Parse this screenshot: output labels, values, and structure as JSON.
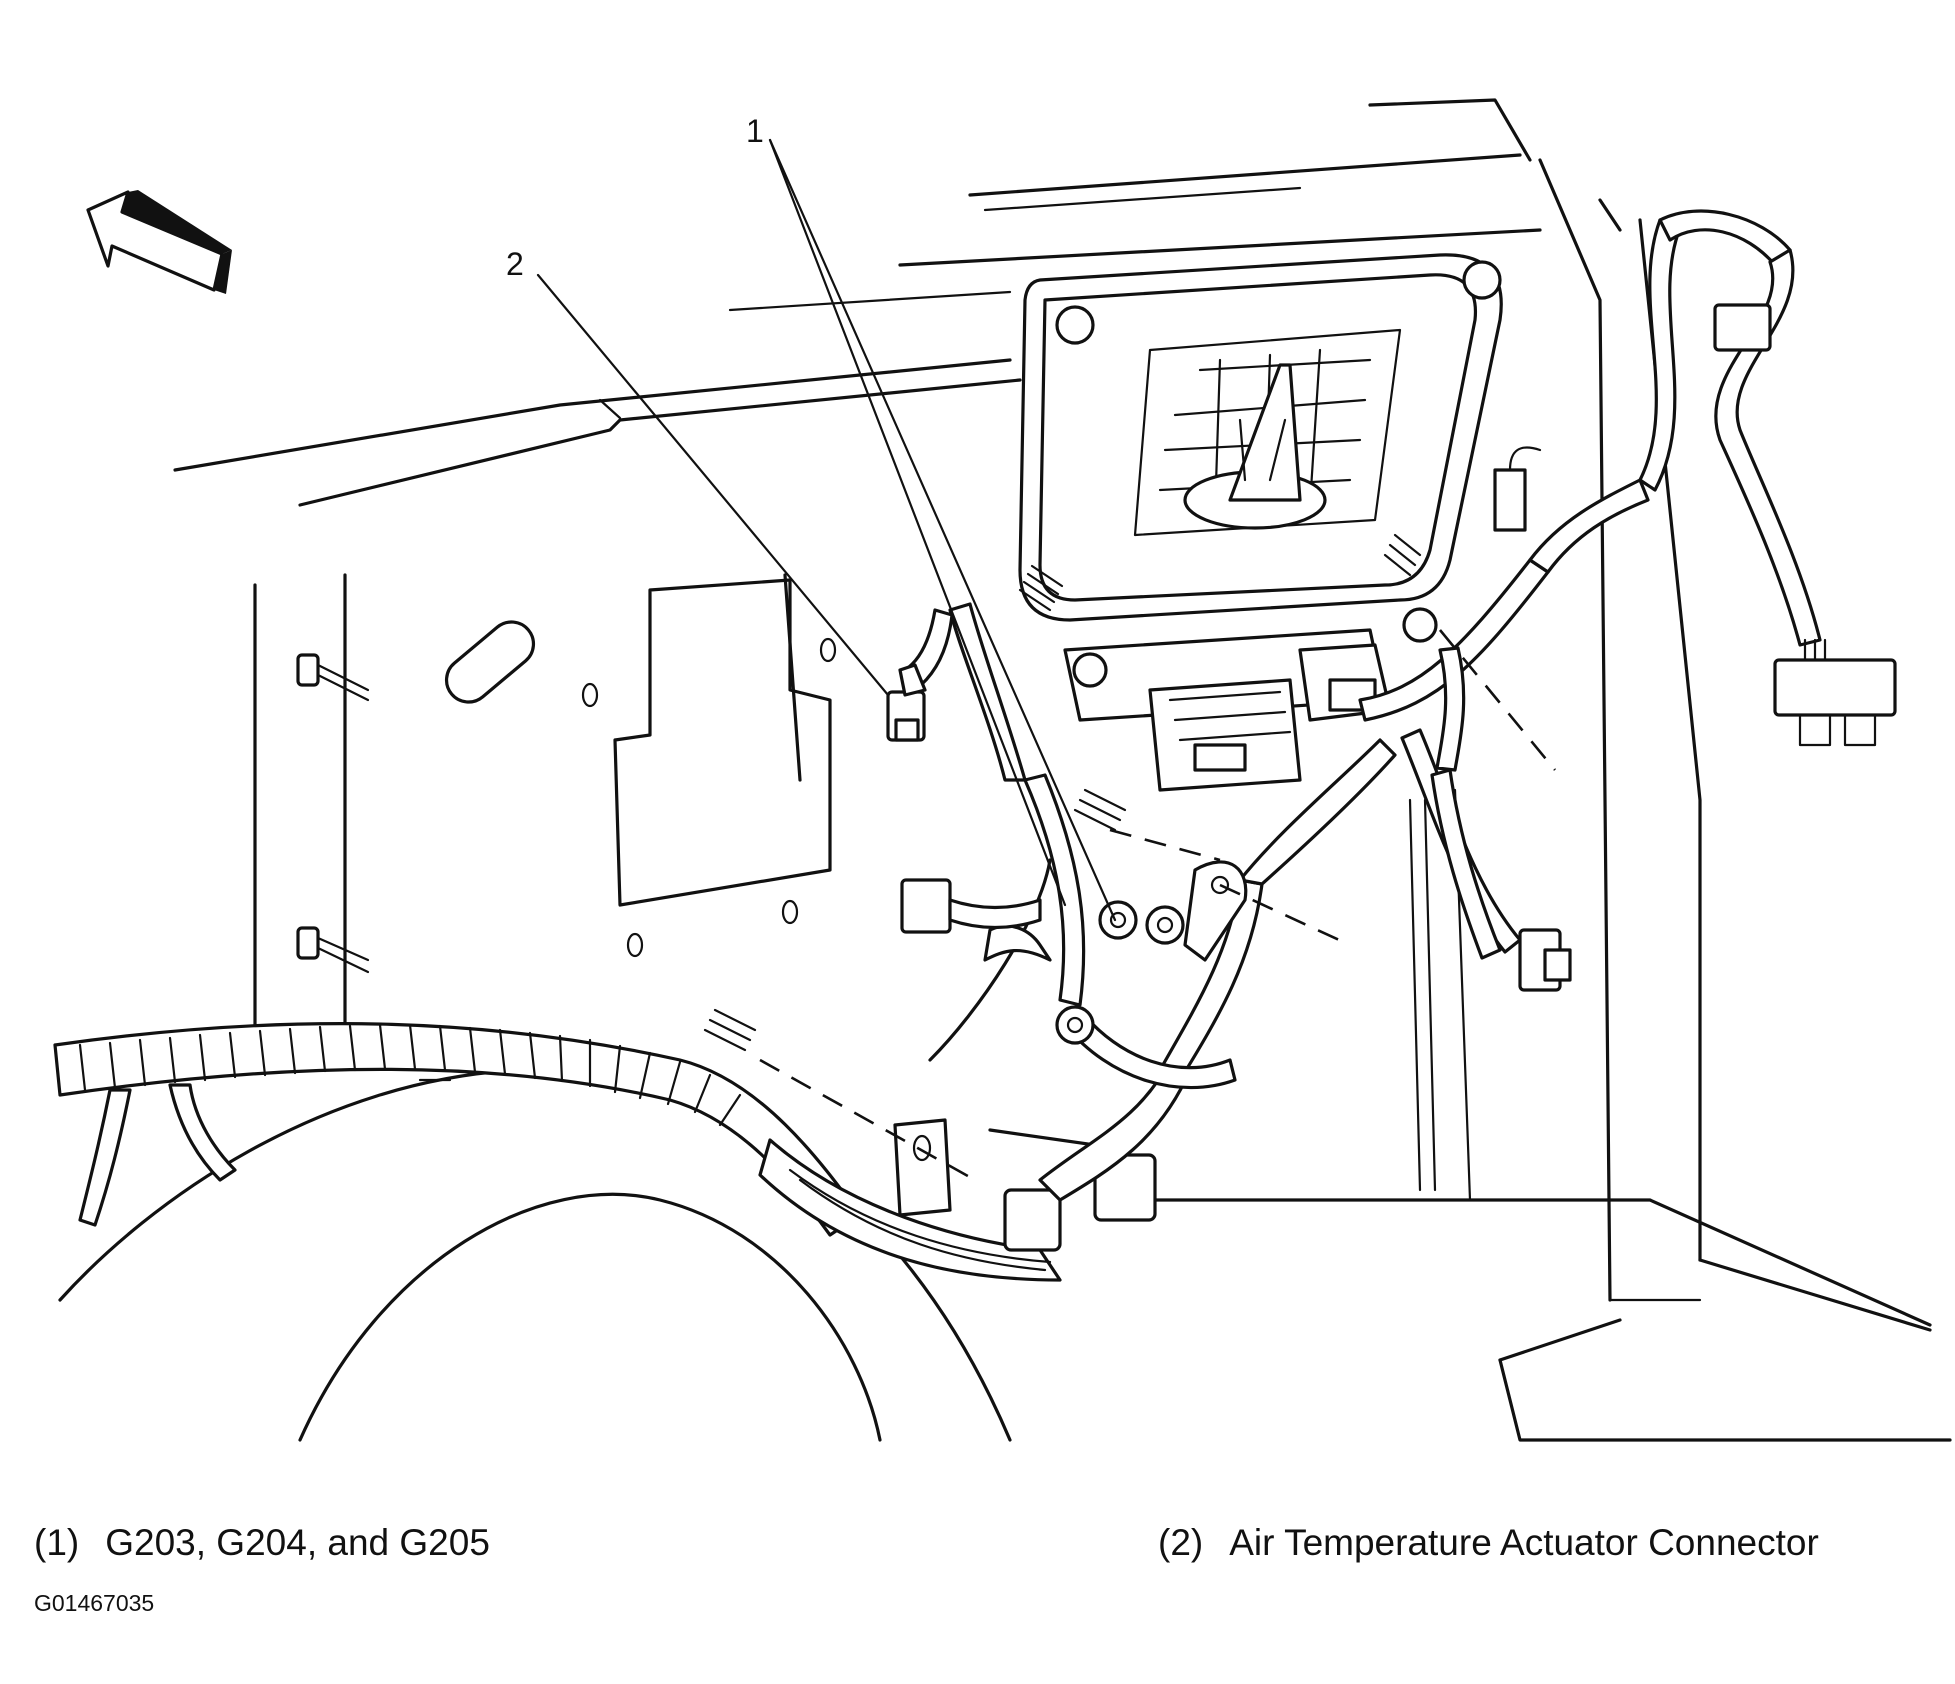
{
  "callouts": [
    {
      "number": "1",
      "label": "G203, G204, and G205"
    },
    {
      "number": "2",
      "label": "Air Temperature Actuator Connector"
    }
  ],
  "legend": [
    {
      "number": "(1)",
      "text": "G203, G204, and G205"
    },
    {
      "number": "(2)",
      "text": "Air Temperature Actuator Connector"
    }
  ],
  "figure_id": "G01467035",
  "icons": {
    "direction_arrow": "direction-arrow-icon"
  }
}
